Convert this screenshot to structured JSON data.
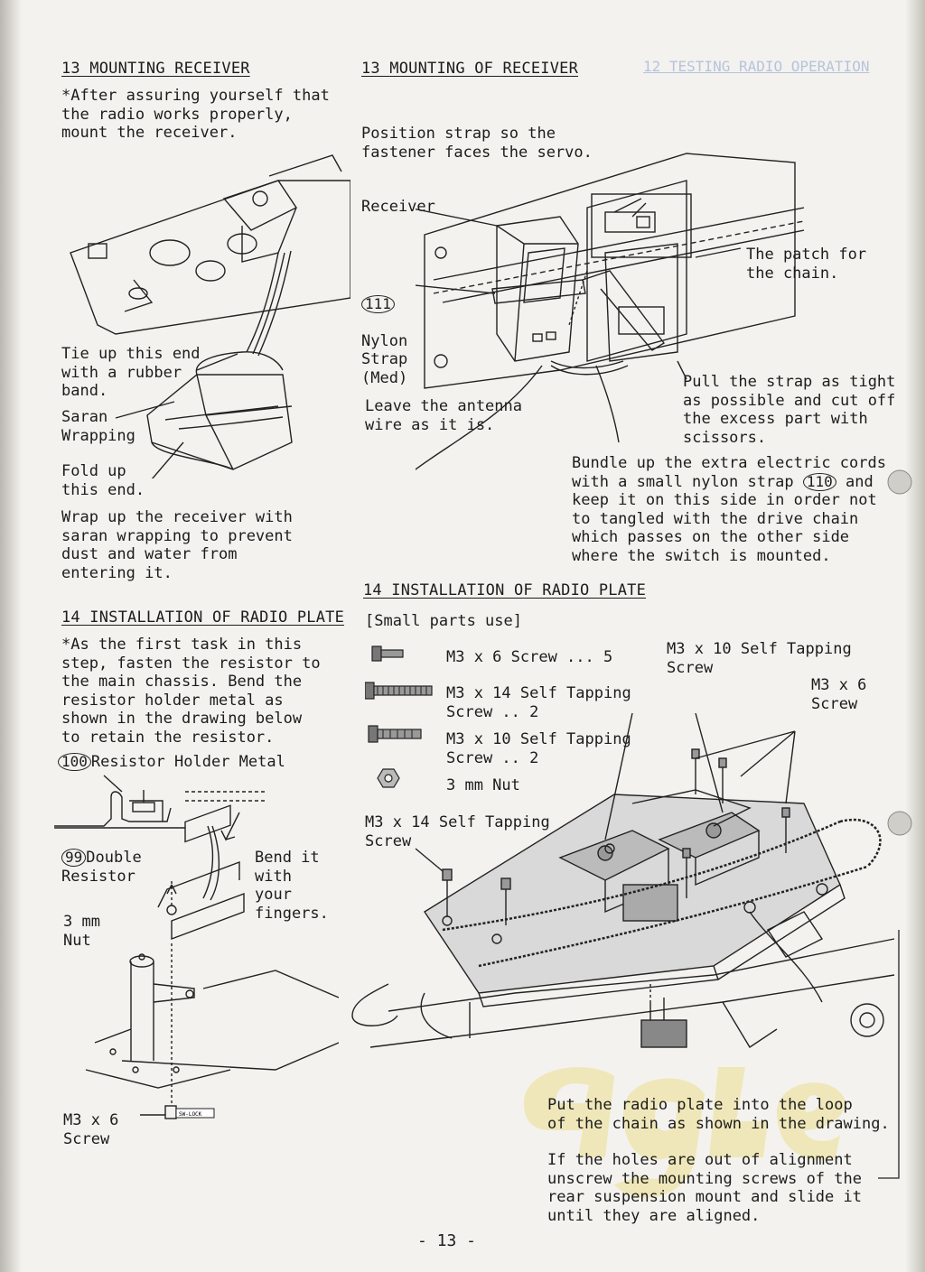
{
  "page_number": "- 13 -",
  "left": {
    "section13_heading": "13 MOUNTING RECEIVER",
    "section13_intro": "*After assuring yourself that\nthe radio works properly,\nmount the receiver.",
    "tie_label": "Tie up this end\nwith a rubber\nband.",
    "saran_label": "Saran\nWrapping",
    "fold_label": "Fold up\nthis end.",
    "wrap_instruction": "Wrap up the receiver with\nsaran wrapping to prevent\ndust and water from\nentering it.",
    "section14_heading": "14 INSTALLATION OF RADIO PLATE",
    "section14_intro": "*As the first task in this\nstep, fasten the resistor to\nthe main chassis.  Bend the\nresistor holder metal as\nshown in the drawing below\nto retain the resistor.",
    "resistor_holder_num": "100",
    "resistor_holder_label": "Resistor Holder Metal",
    "double_resistor_num": "99",
    "double_resistor_label": "Double\nResistor",
    "bend_label": "Bend it\nwith\nyour\nfingers.",
    "nut_label": "3 mm\nNut",
    "screw_label": "M3 x 6\nScrew",
    "sw_lock_label": "SW-LOCK"
  },
  "right": {
    "section13_heading": "13 MOUNTING OF RECEIVER",
    "position_strap": "Position strap so the\nfastener faces the servo.",
    "receiver_label": "Receiver",
    "strap_num": "111",
    "strap_label": "Nylon\nStrap\n(Med)",
    "patch_label": "The patch for\nthe chain.",
    "pull_strap": "Pull the strap as tight\nas possible and cut off\nthe excess part with\nscissors.",
    "antenna_label": "Leave the antenna\nwire as it is.",
    "bundle_pre": "Bundle up the extra electric cords\nwith a small nylon strap ",
    "bundle_num": "110",
    "bundle_post": " and\nkeep it on this side in order not\nto tangled with the drive chain\nwhich passes on the other side\nwhere the switch is mounted.",
    "section14_heading": "14 INSTALLATION OF RADIO PLATE",
    "small_parts": "[Small parts use]",
    "parts": [
      {
        "name": "M3 x 6 Screw ...",
        "qty": "5"
      },
      {
        "name": "M3 x 14 Self Tapping\n     Screw ..",
        "qty": "2"
      },
      {
        "name": "M3 x 10 Self Tapping\n     Screw ..",
        "qty": "2"
      },
      {
        "name": "3 mm Nut",
        "qty": ""
      }
    ],
    "callout_m3x10": "M3 x 10 Self Tapping\n       Screw",
    "callout_m3x6": "M3 x 6\nScrew",
    "callout_m3x14": "M3 x 14 Self Tapping\nScrew",
    "put_plate": "Put the radio plate into the loop\nof the chain as shown in the drawing.",
    "holes_alignment": "If the holes are out of alignment\nunscrew the mounting screws of the\nrear suspension mount and slide it\nuntil they are aligned."
  },
  "bleed_through": {
    "heading": "12 TESTING RADIO OPERATION"
  }
}
